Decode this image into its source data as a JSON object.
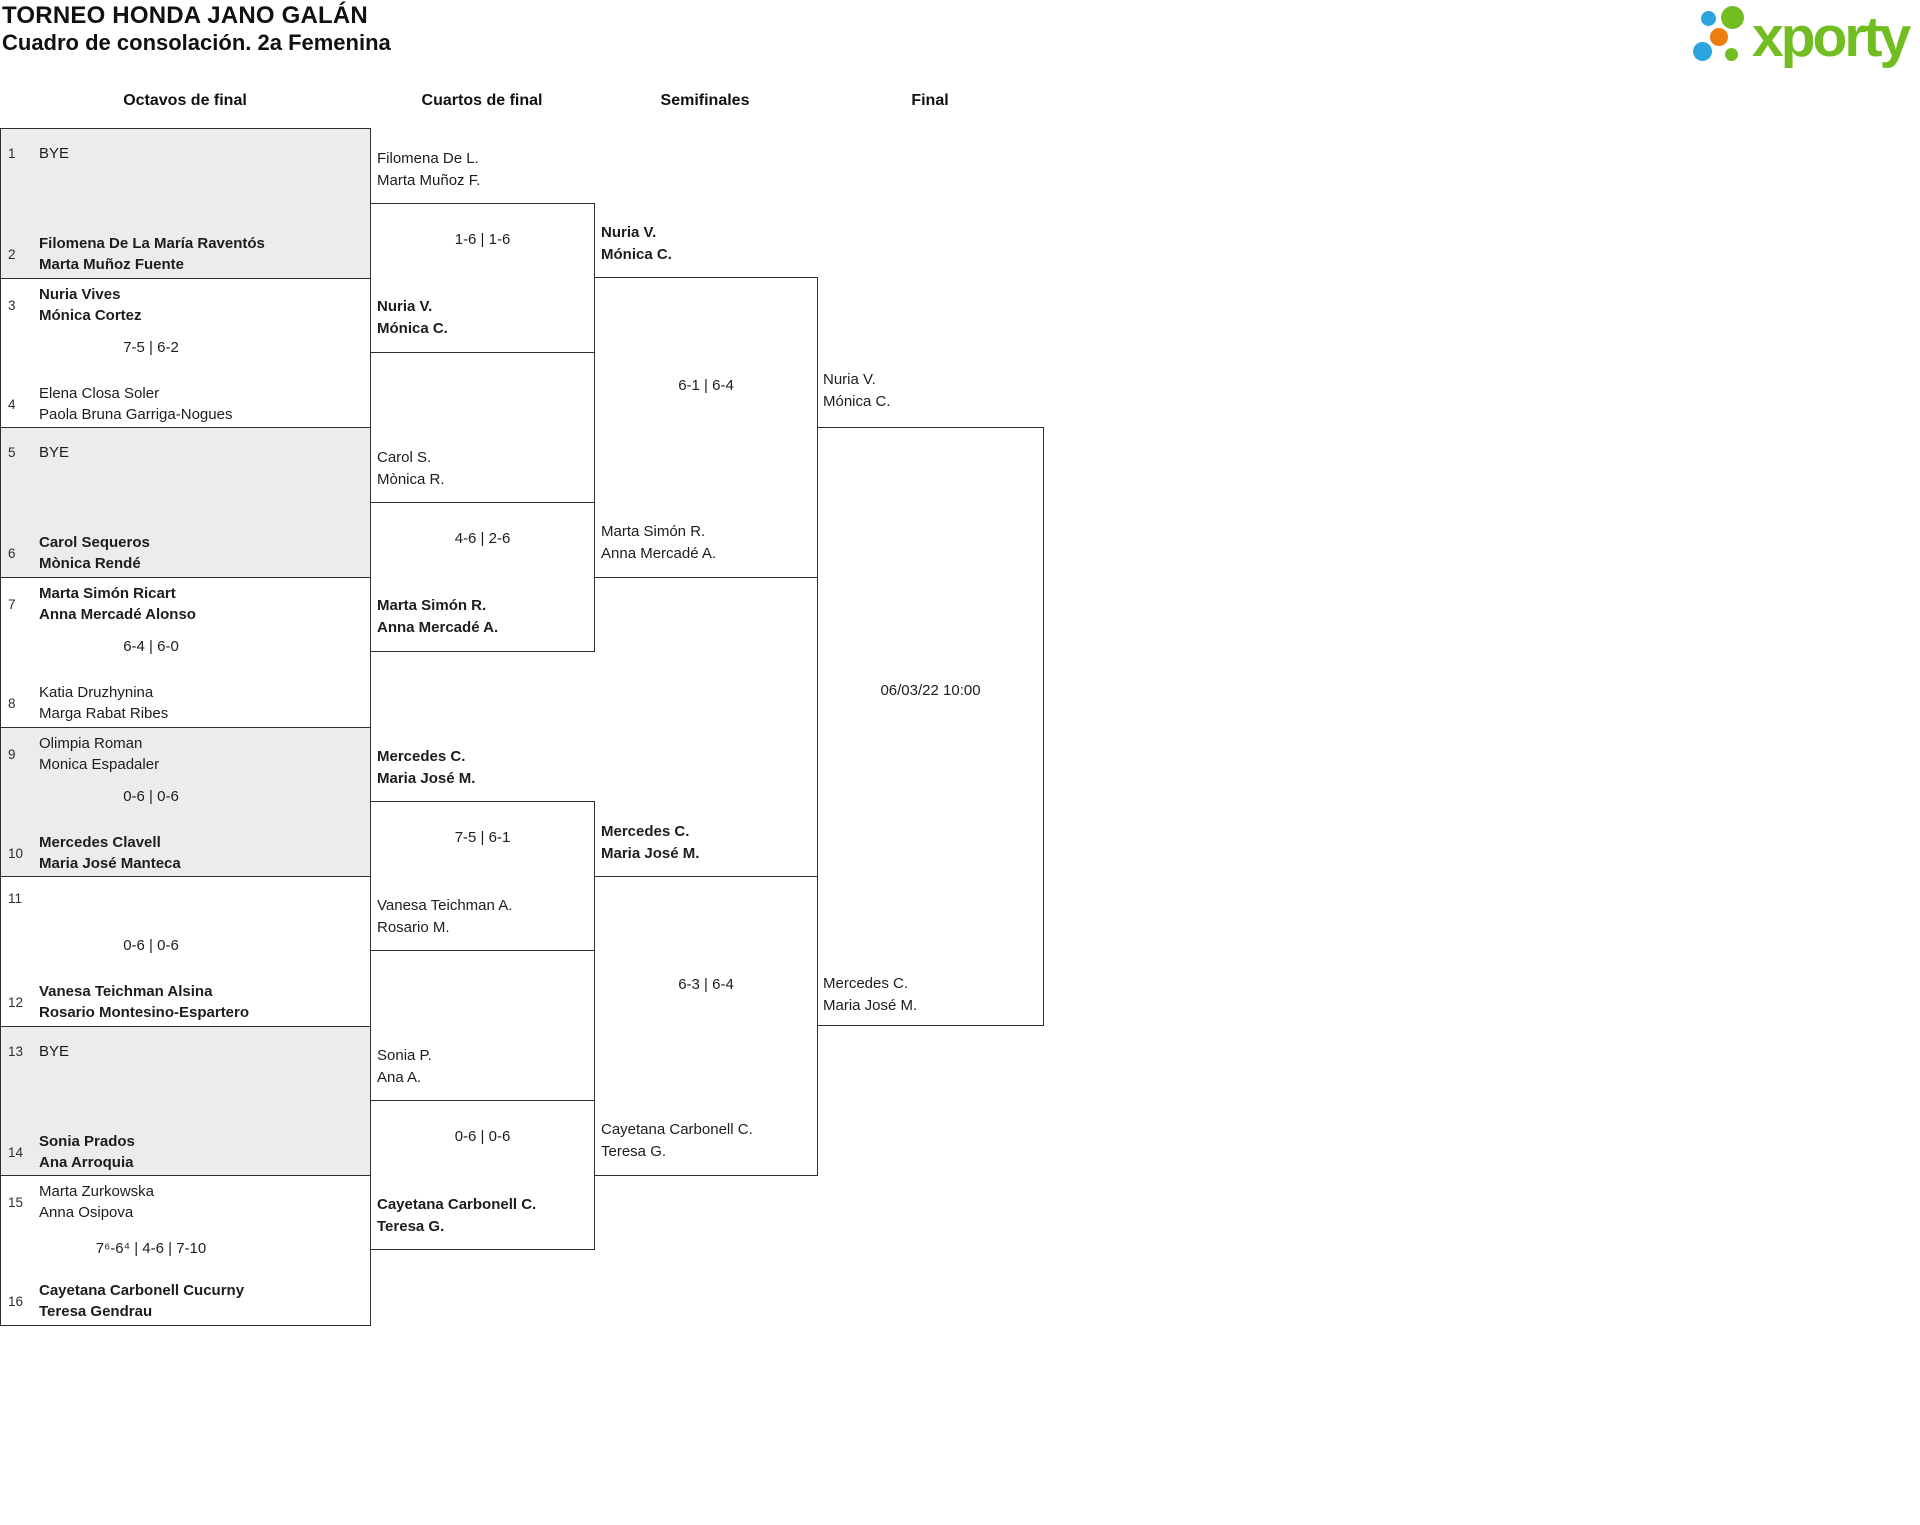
{
  "page": {
    "title": "TORNEO HONDA JANO GALÁN",
    "subtitle": "Cuadro de consolación. 2a Femenina"
  },
  "logo": {
    "text": "xporty",
    "colors": {
      "green": "#72bd22",
      "blue": "#2ca4dd",
      "orange": "#ed7e0e"
    }
  },
  "rounds": {
    "r16": "Octavos de final",
    "qf": "Cuartos de final",
    "sf": "Semifinales",
    "final": "Final"
  },
  "r16": [
    {
      "seed_a": "1",
      "name_a1": "BYE",
      "name_a2": "",
      "score": "",
      "seed_b": "2",
      "name_b1": "Filomena De La María Raventós",
      "name_b2": "Marta Muñoz Fuente"
    },
    {
      "seed_a": "3",
      "name_a1": "Nuria Vives",
      "name_a2": "Mónica Cortez",
      "score": "7-5 | 6-2",
      "seed_b": "4",
      "name_b1": "Elena Closa Soler",
      "name_b2": "Paola Bruna Garriga-Nogues"
    },
    {
      "seed_a": "5",
      "name_a1": "BYE",
      "name_a2": "",
      "score": "",
      "seed_b": "6",
      "name_b1": "Carol Sequeros",
      "name_b2": "Mònica Rendé"
    },
    {
      "seed_a": "7",
      "name_a1": "Marta Simón Ricart",
      "name_a2": "Anna Mercadé Alonso",
      "score": "6-4 | 6-0",
      "seed_b": "8",
      "name_b1": "Katia Druzhynina",
      "name_b2": "Marga Rabat Ribes"
    },
    {
      "seed_a": "9",
      "name_a1": "Olimpia Roman",
      "name_a2": "Monica Espadaler",
      "score": "0-6 | 0-6",
      "seed_b": "10",
      "name_b1": "Mercedes Clavell",
      "name_b2": "Maria José Manteca"
    },
    {
      "seed_a": "11",
      "name_a1": "",
      "name_a2": "",
      "score": "0-6 | 0-6",
      "seed_b": "12",
      "name_b1": "Vanesa Teichman Alsina",
      "name_b2": "Rosario Montesino-Espartero"
    },
    {
      "seed_a": "13",
      "name_a1": "BYE",
      "name_a2": "",
      "score": "",
      "seed_b": "14",
      "name_b1": "Sonia Prados",
      "name_b2": "Ana Arroquia"
    },
    {
      "seed_a": "15",
      "name_a1": "Marta Zurkowska",
      "name_a2": "Anna Osipova",
      "score": "7⁶-6⁴ | 4-6 | 7-10",
      "seed_b": "16",
      "name_b1": "Cayetana Carbonell Cucurny",
      "name_b2": "Teresa Gendrau"
    }
  ],
  "qf": [
    {
      "top1": "Filomena De L.",
      "top2": "Marta Muñoz F.",
      "score": "1-6 | 1-6",
      "bottom1": "Nuria V.",
      "bottom2": "Mónica C."
    },
    {
      "top1": "Carol S.",
      "top2": "Mònica R.",
      "score": "4-6 | 2-6",
      "bottom1": "Marta Simón R.",
      "bottom2": "Anna Mercadé A."
    },
    {
      "top1": "Mercedes C.",
      "top2": "Maria José M.",
      "score": "7-5 | 6-1",
      "bottom1": "Vanesa Teichman A.",
      "bottom2": "Rosario M."
    },
    {
      "top1": "Sonia P.",
      "top2": "Ana A.",
      "score": "0-6 | 0-6",
      "bottom1": "Cayetana Carbonell C.",
      "bottom2": "Teresa G."
    }
  ],
  "sf": [
    {
      "top1": "Nuria V.",
      "top2": "Mónica C.",
      "score": "6-1 | 6-4",
      "bottom1": "Marta Simón R.",
      "bottom2": "Anna Mercadé A."
    },
    {
      "top1": "Mercedes C.",
      "top2": "Maria José M.",
      "score": "6-3 | 6-4",
      "bottom1": "Cayetana Carbonell C.",
      "bottom2": "Teresa G."
    }
  ],
  "final": {
    "top1": "Nuria V.",
    "top2": "Mónica C.",
    "date": "06/03/22 10:00",
    "bottom1": "Mercedes C.",
    "bottom2": "Maria José M."
  }
}
